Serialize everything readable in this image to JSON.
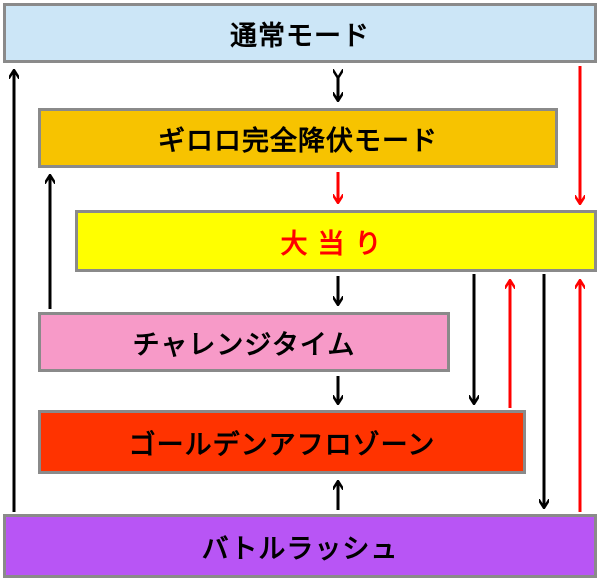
{
  "nodes": {
    "normal_mode": "通常モード",
    "giroro_mode": "ギロロ完全降伏モード",
    "jackpot": "大当り",
    "challenge_time": "チャレンジタイム",
    "golden_zone": "ゴールデンアフロゾーン",
    "battle_rush": "バトルラッシュ"
  },
  "colors": {
    "normal_mode": "#cce6f7",
    "giroro_mode": "#f7c300",
    "jackpot": "#ffff00",
    "jackpot_text": "#ff0000",
    "challenge_time": "#f79ac8",
    "golden_zone": "#ff3300",
    "battle_rush": "#b855f5",
    "arrow_black": "#000000",
    "arrow_red": "#ff0000"
  },
  "edges": [
    {
      "from": "normal_mode",
      "to": "giroro_mode",
      "color": "black",
      "bidirectional": true
    },
    {
      "from": "normal_mode",
      "to": "jackpot",
      "color": "red"
    },
    {
      "from": "giroro_mode",
      "to": "jackpot",
      "color": "red"
    },
    {
      "from": "challenge_time",
      "to": "giroro_mode",
      "color": "black"
    },
    {
      "from": "jackpot",
      "to": "challenge_time",
      "color": "black"
    },
    {
      "from": "challenge_time",
      "to": "golden_zone",
      "color": "black"
    },
    {
      "from": "jackpot",
      "to": "golden_zone",
      "color": "black"
    },
    {
      "from": "golden_zone",
      "to": "jackpot",
      "color": "red"
    },
    {
      "from": "battle_rush",
      "to": "golden_zone",
      "color": "black"
    },
    {
      "from": "jackpot",
      "to": "battle_rush",
      "color": "black"
    },
    {
      "from": "battle_rush",
      "to": "jackpot",
      "color": "red"
    },
    {
      "from": "battle_rush",
      "to": "normal_mode",
      "color": "black"
    }
  ]
}
